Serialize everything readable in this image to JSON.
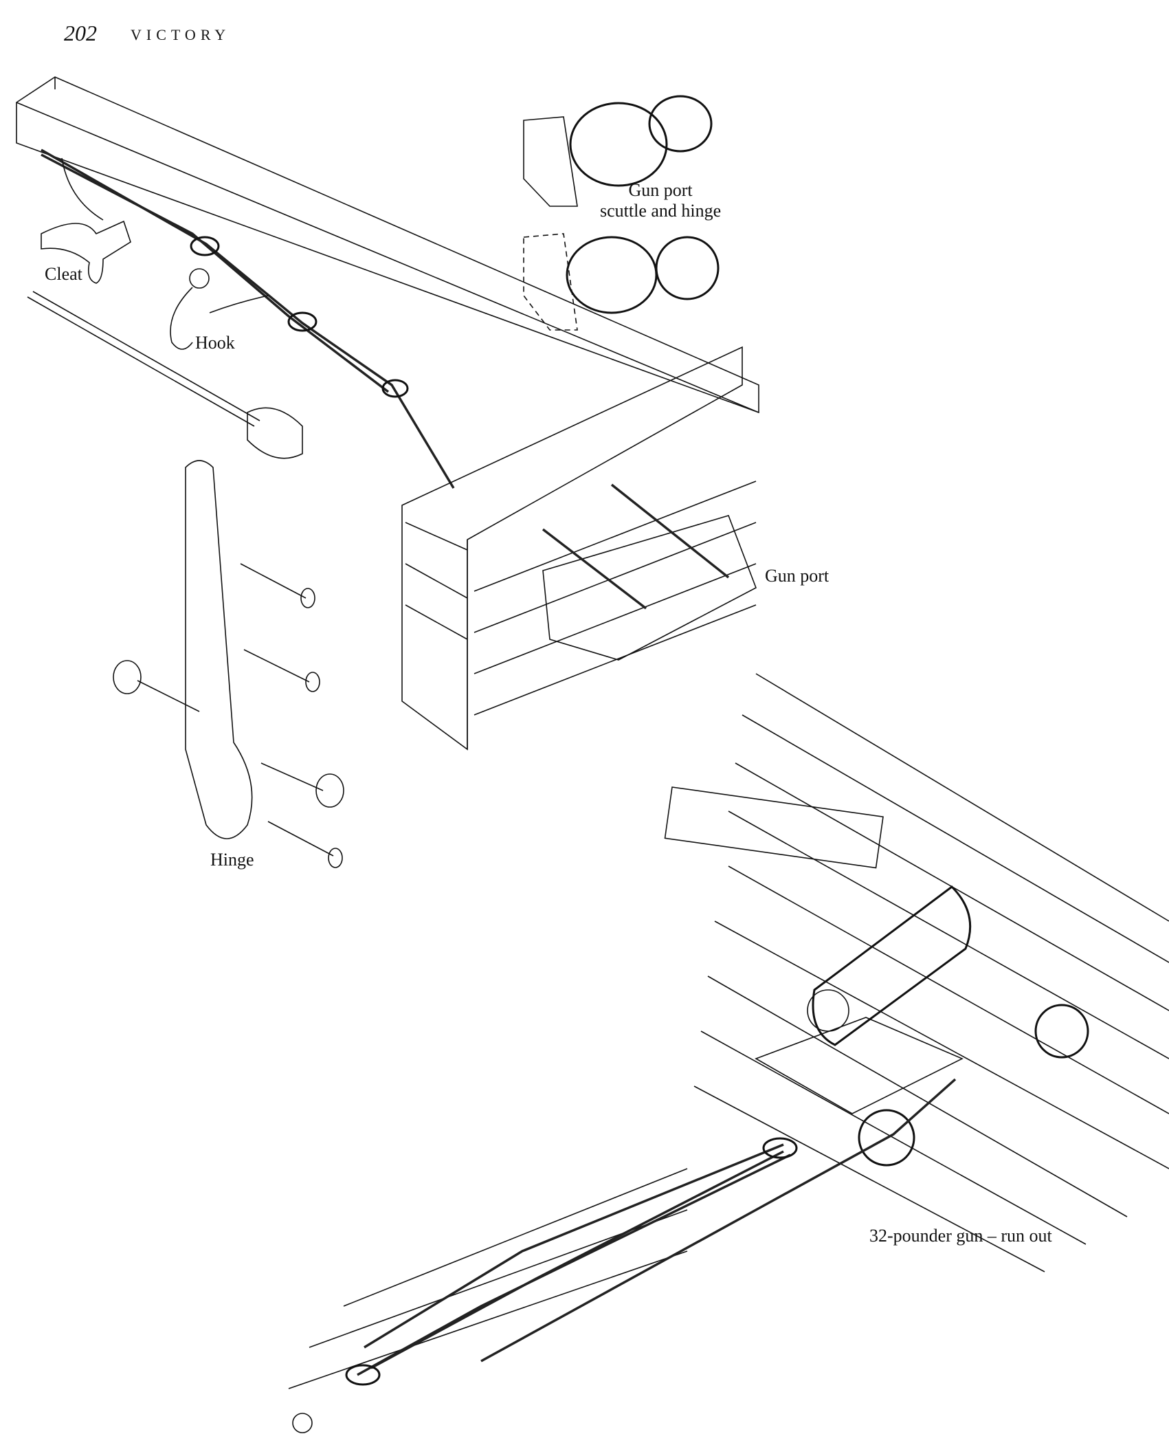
{
  "header": {
    "page_number": "202",
    "running_title": "VICTORY"
  },
  "labels": {
    "scuttle": "Gun port\nscuttle and hinge",
    "scuttle_line1": "Gun port",
    "scuttle_line2": "scuttle and hinge",
    "cleat": "Cleat",
    "hook": "Hook",
    "gun_port": "Gun port",
    "hinge": "Hinge",
    "gun": "32-pounder gun – run out"
  }
}
